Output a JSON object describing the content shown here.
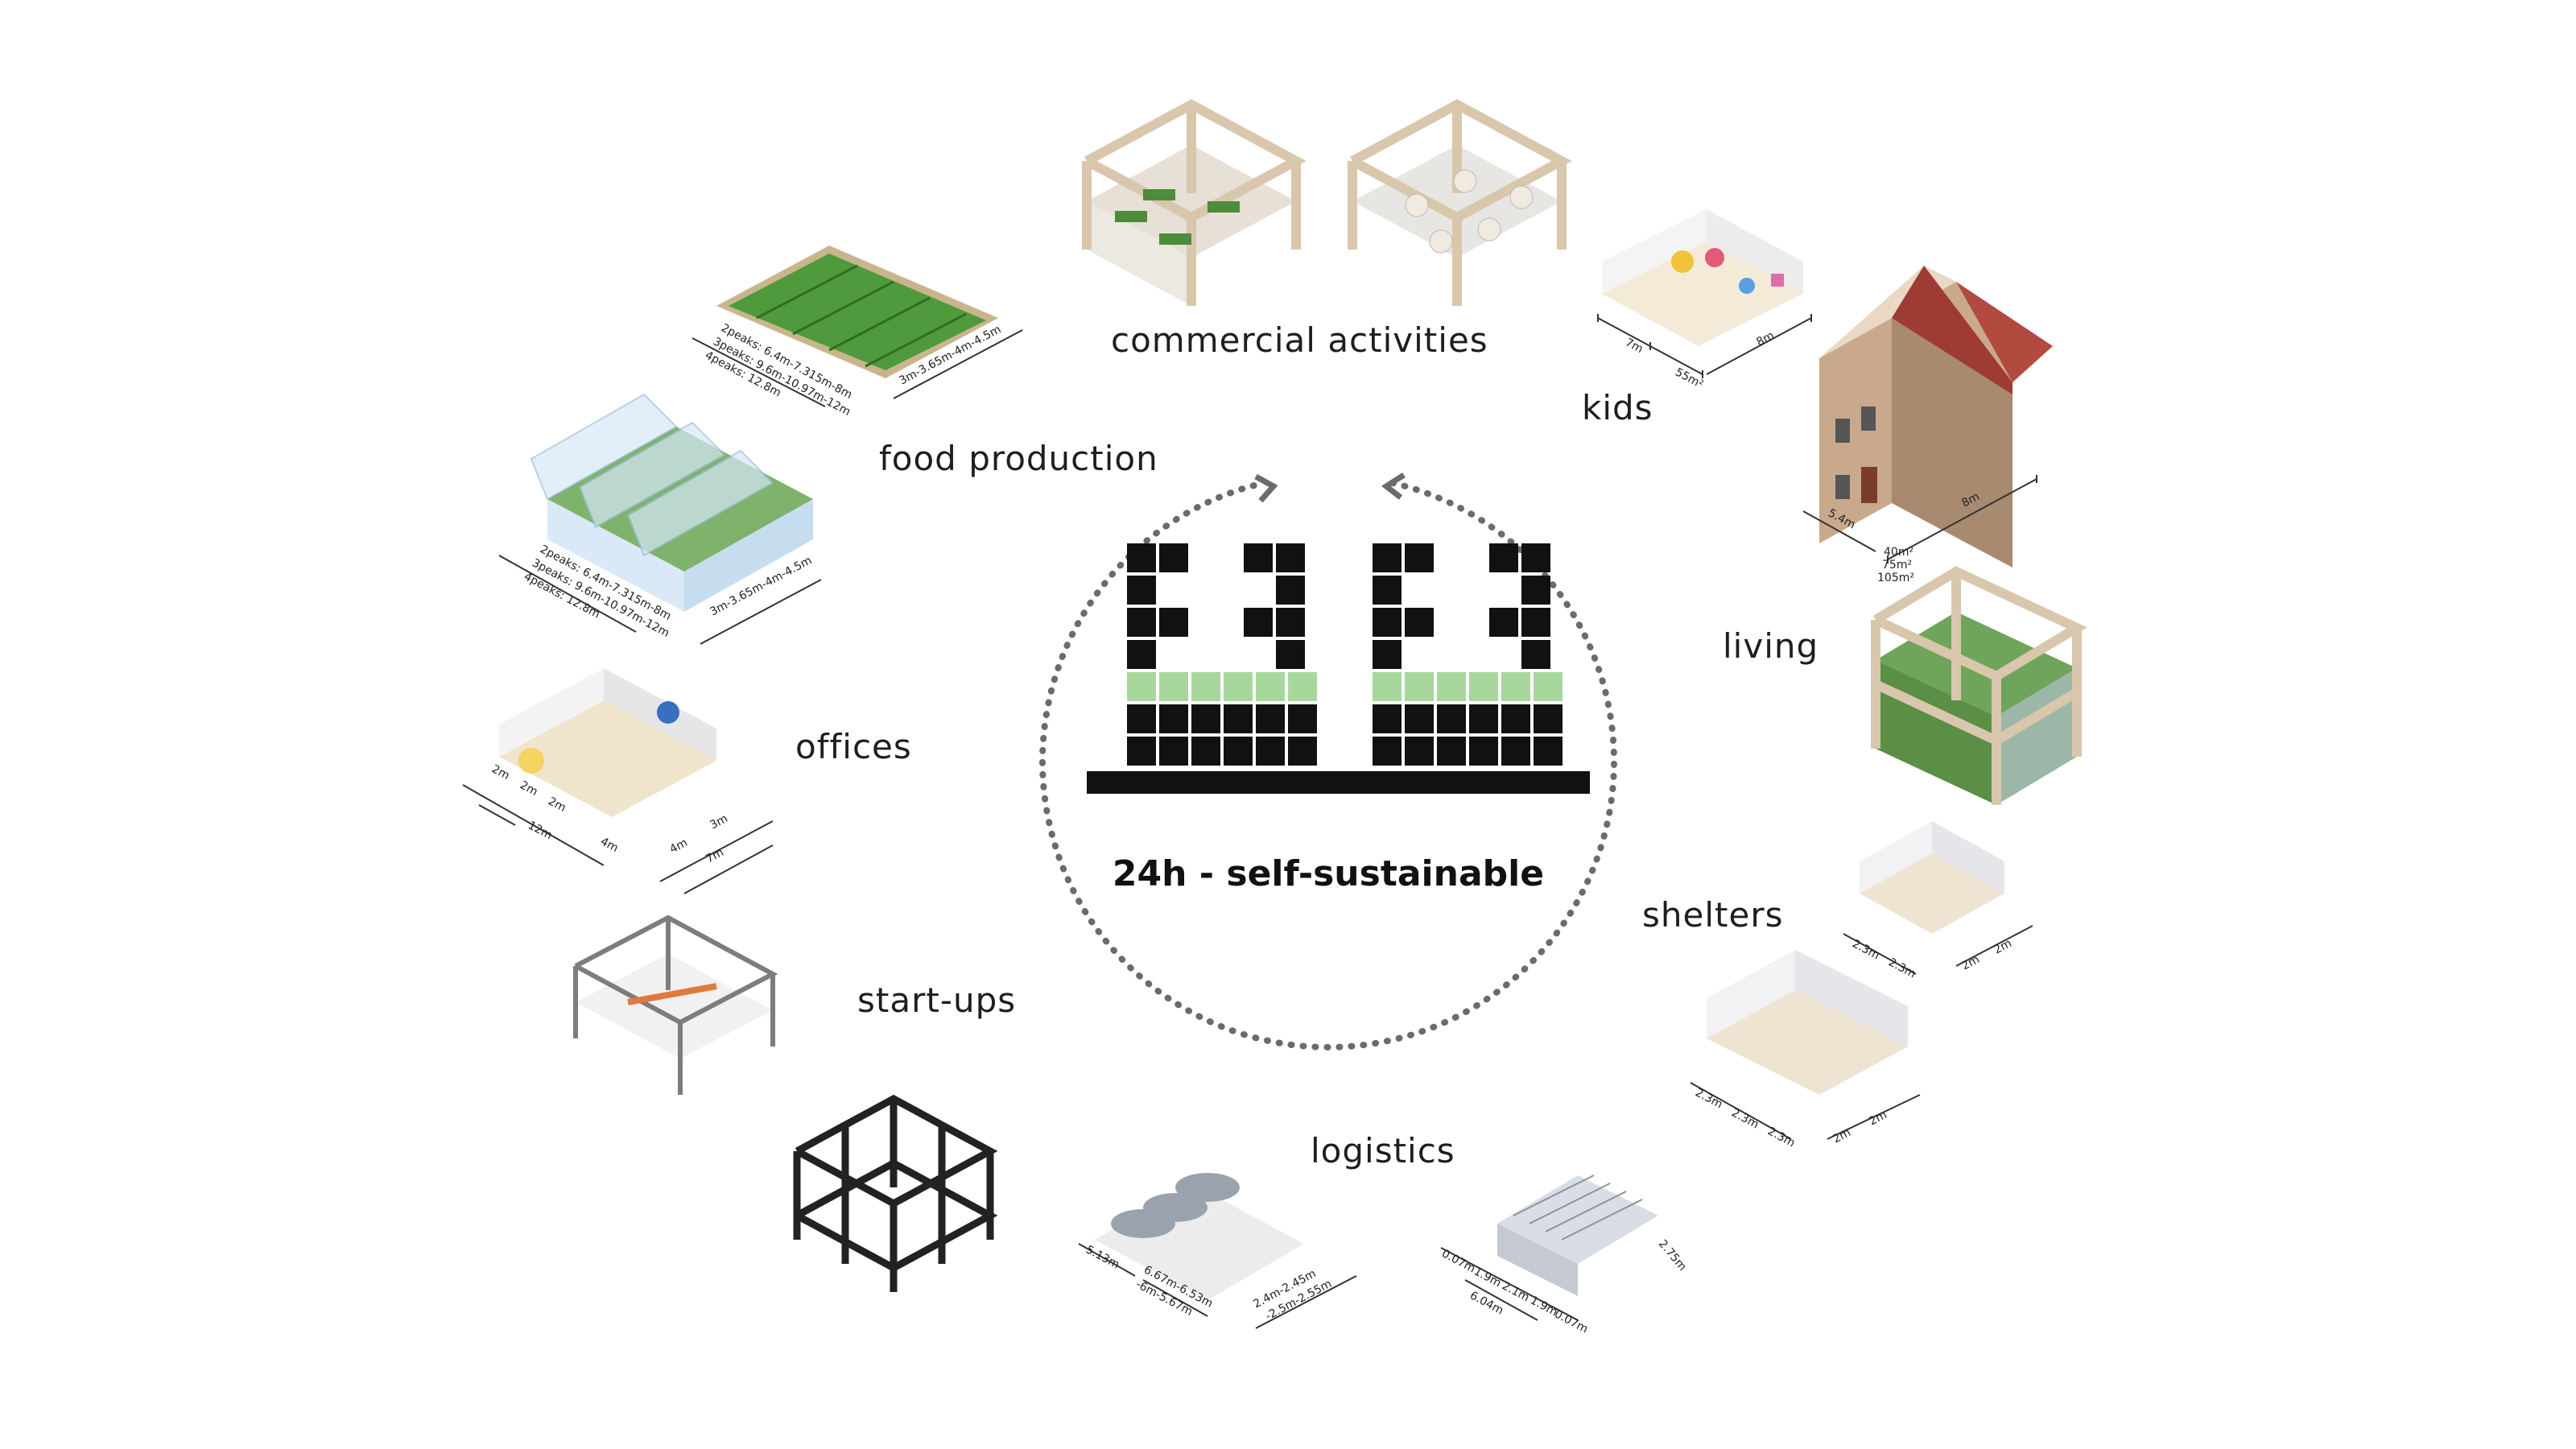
{
  "center": {
    "title": "24h - self-sustainable"
  },
  "colors": {
    "block": "#111111",
    "green_row": "#a8d79c",
    "timber": "#d8c7ac",
    "glass": "#cfe3f5",
    "plants": "#3f8a3a",
    "roof": "#b34a3f",
    "brick": "#c5a88c",
    "ring": "#6b6b6b"
  },
  "categories": [
    {
      "key": "commercial",
      "label": "commercial activities"
    },
    {
      "key": "kids",
      "label": "kids"
    },
    {
      "key": "food",
      "label": "food production"
    },
    {
      "key": "living",
      "label": "living"
    },
    {
      "key": "offices",
      "label": "offices"
    },
    {
      "key": "shelters",
      "label": "shelters"
    },
    {
      "key": "startups",
      "label": "start-ups"
    },
    {
      "key": "logistics",
      "label": "logistics"
    }
  ],
  "dimensions": {
    "farm": [
      "2peaks: 6.4m-7.315m-8m",
      "3peaks: 9.6m-10.97m-12m",
      "4peaks: 12.8m",
      "3m-3.65m-4m-4.5m"
    ],
    "greenhouse": [
      "2peaks: 6.4m-7.315m-8m",
      "3peaks: 9.6m-10.97m-12m",
      "4peaks: 12.8m",
      "3m-3.65m-4m-4.5m"
    ],
    "kids": [
      "7m",
      "55m²",
      "8m"
    ],
    "house": [
      "5.4m",
      "40m²",
      "75m²",
      "105m²",
      "8m"
    ],
    "offices": [
      "2m",
      "2m",
      "2m",
      "12m",
      "4m",
      "4m",
      "3m",
      "7m"
    ],
    "shelter1": [
      "2.3m",
      "2.3m",
      "2m",
      "2m"
    ],
    "shelter2": [
      "2.3m",
      "2.3m",
      "2.3m",
      "2m",
      "2m"
    ],
    "parking": [
      "5.13m",
      "6.67m-6.53m",
      "-6m-5.67m",
      "2.4m-2.45m",
      "-2.5m-2.55m"
    ],
    "racks": [
      "0.07m",
      "1.9m",
      "2.1m",
      "1.9m",
      "0.07m",
      "6.04m",
      "2.75m"
    ]
  }
}
